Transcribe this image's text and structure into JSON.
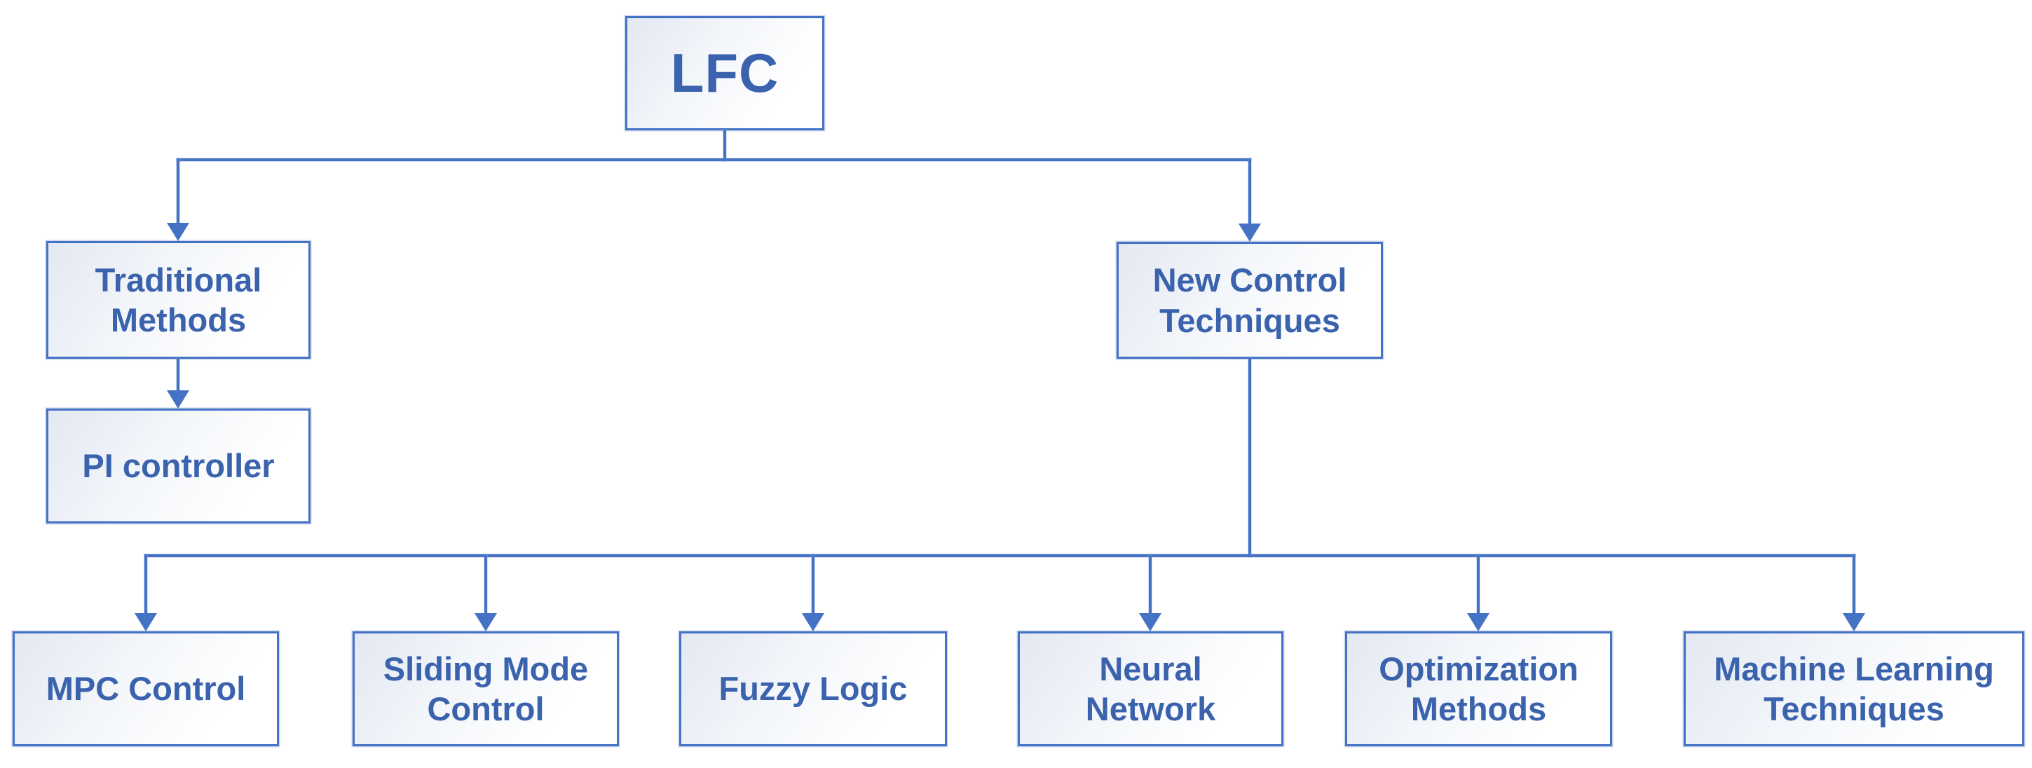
{
  "diagram": {
    "type": "hierarchy-flowchart",
    "title": "LFC control methods hierarchy",
    "colors": {
      "accent_border_line": "#4472C4",
      "text": "#3A62AD",
      "node_fill_light": "#E3E8F2",
      "node_fill_white": "#FFFFFF",
      "background": "#FFFFFF"
    },
    "nodes": {
      "lfc": {
        "label": "LFC",
        "lines": [
          "LFC"
        ]
      },
      "traditional": {
        "label": "Traditional Methods",
        "lines": [
          "Traditional",
          "Methods"
        ]
      },
      "new_control": {
        "label": "New Control Techniques",
        "lines": [
          "New Control",
          "Techniques"
        ]
      },
      "pi": {
        "label": "PI controller",
        "lines": [
          "PI controller"
        ]
      },
      "mpc": {
        "label": "MPC Control",
        "lines": [
          "MPC Control"
        ]
      },
      "sliding": {
        "label": "Sliding Mode Control",
        "lines": [
          "Sliding Mode",
          "Control"
        ]
      },
      "fuzzy": {
        "label": "Fuzzy Logic",
        "lines": [
          "Fuzzy Logic"
        ]
      },
      "neural": {
        "label": "Neural Network",
        "lines": [
          "Neural",
          "Network"
        ]
      },
      "optimization": {
        "label": "Optimization Methods",
        "lines": [
          "Optimization",
          "Methods"
        ]
      },
      "ml": {
        "label": "Machine Learning Techniques",
        "lines": [
          "Machine Learning",
          "Techniques"
        ]
      }
    },
    "edges": [
      {
        "from": "lfc",
        "to": "traditional"
      },
      {
        "from": "lfc",
        "to": "new_control"
      },
      {
        "from": "traditional",
        "to": "pi"
      },
      {
        "from": "new_control",
        "to": "mpc"
      },
      {
        "from": "new_control",
        "to": "sliding"
      },
      {
        "from": "new_control",
        "to": "fuzzy"
      },
      {
        "from": "new_control",
        "to": "neural"
      },
      {
        "from": "new_control",
        "to": "optimization"
      },
      {
        "from": "new_control",
        "to": "ml"
      }
    ]
  }
}
